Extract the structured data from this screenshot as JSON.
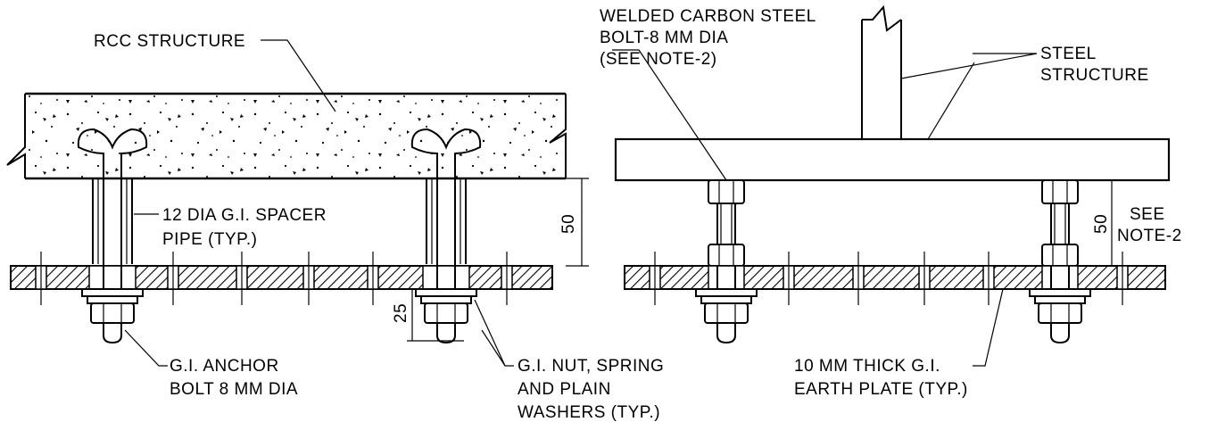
{
  "labels": {
    "rcc_structure": "RCC STRUCTURE",
    "spacer_pipe_1": "12 DIA G.I. SPACER",
    "spacer_pipe_2": "PIPE (TYP.)",
    "dim_50_left": "50",
    "dim_25": "25",
    "anchor_bolt_1": "G.I. ANCHOR",
    "anchor_bolt_2": "BOLT 8 MM DIA",
    "nut_washer_1": "G.I. NUT, SPRING",
    "nut_washer_2": "AND PLAIN",
    "nut_washer_3": "WASHERS (TYP.)",
    "welded_bolt_1": "WELDED CARBON STEEL",
    "welded_bolt_2": "BOLT-8 MM DIA",
    "welded_bolt_3": "(SEE NOTE-2)",
    "steel_structure_1": "STEEL",
    "steel_structure_2": "STRUCTURE",
    "dim_50_right": "50",
    "see_note_1": "SEE",
    "see_note_2": "NOTE-2",
    "earth_plate_1": "10 MM THICK G.I.",
    "earth_plate_2": "EARTH PLATE (TYP.)"
  },
  "colors": {
    "ink": "#000000",
    "paper": "#ffffff"
  }
}
